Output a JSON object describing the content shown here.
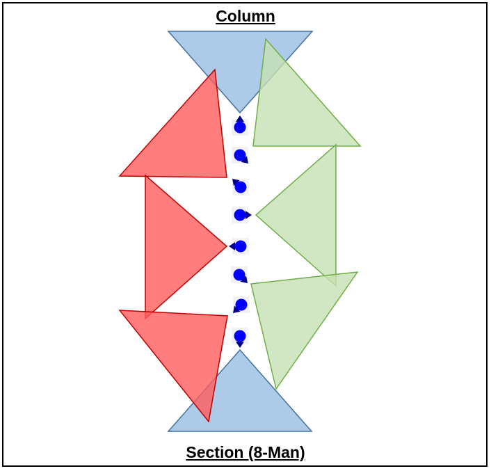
{
  "title": "Column",
  "subtitle": "Section (8-Man)",
  "colors": {
    "blue_fill": "#a9c8e8",
    "blue_stroke": "#41719c",
    "red_fill": "#ff6b6b",
    "red_stroke": "#c00000",
    "green_fill": "#c5e0b4",
    "green_stroke": "#70ad47",
    "soldier": "#0000ff",
    "soldier_dark": "#00008b"
  },
  "soldiers": [
    {
      "id": "man-1",
      "facing": "up"
    },
    {
      "id": "man-2",
      "facing": "down-right"
    },
    {
      "id": "man-3",
      "facing": "up-left"
    },
    {
      "id": "man-4",
      "facing": "right"
    },
    {
      "id": "man-5",
      "facing": "left"
    },
    {
      "id": "man-6",
      "facing": "down-right"
    },
    {
      "id": "man-7",
      "facing": "down-left"
    },
    {
      "id": "man-8",
      "facing": "down"
    }
  ]
}
